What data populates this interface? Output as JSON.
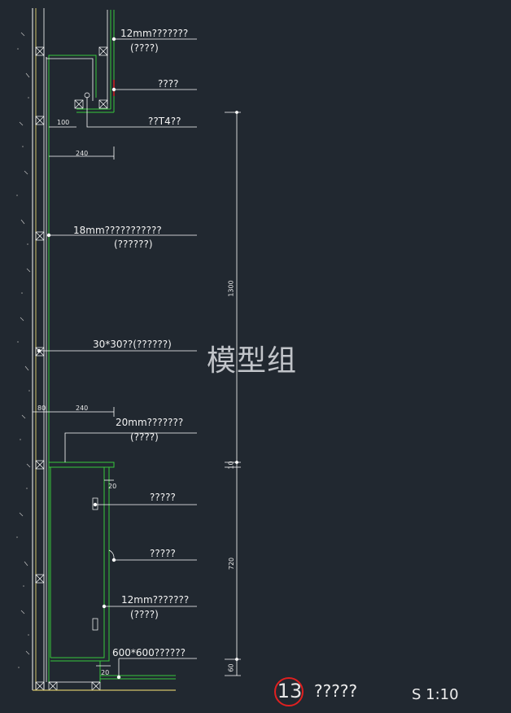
{
  "callouts": {
    "board_top": "12mm???????",
    "board_top_sub": "(????)",
    "light_top": "????",
    "t4": "??T4??",
    "panel": "18mm???????????",
    "panel_sub": "(??????)",
    "batten": "30*30??(??????)",
    "board_mid": "20mm???????",
    "board_mid_sub": "(????)",
    "hardware1": "?????",
    "hardware2": "?????",
    "board_low": "12mm???????",
    "board_low_sub": "(????)",
    "tile": "600*600??????"
  },
  "dimensions": {
    "d100": "100",
    "d240_top": "240",
    "d80": "80",
    "d240_mid": "240",
    "d20_mid": "20",
    "d20_low": "20",
    "d1300": "1300",
    "d10": "10",
    "d720": "720",
    "d60": "60"
  },
  "watermark": "模型组",
  "title": {
    "number": "13",
    "text": "?????",
    "scale": "S 1:10"
  },
  "colors": {
    "background": "#212830",
    "line": "#ffffff",
    "cabinet": "#36c93b",
    "wall": "#d4c36a",
    "highlight": "#e02020"
  }
}
